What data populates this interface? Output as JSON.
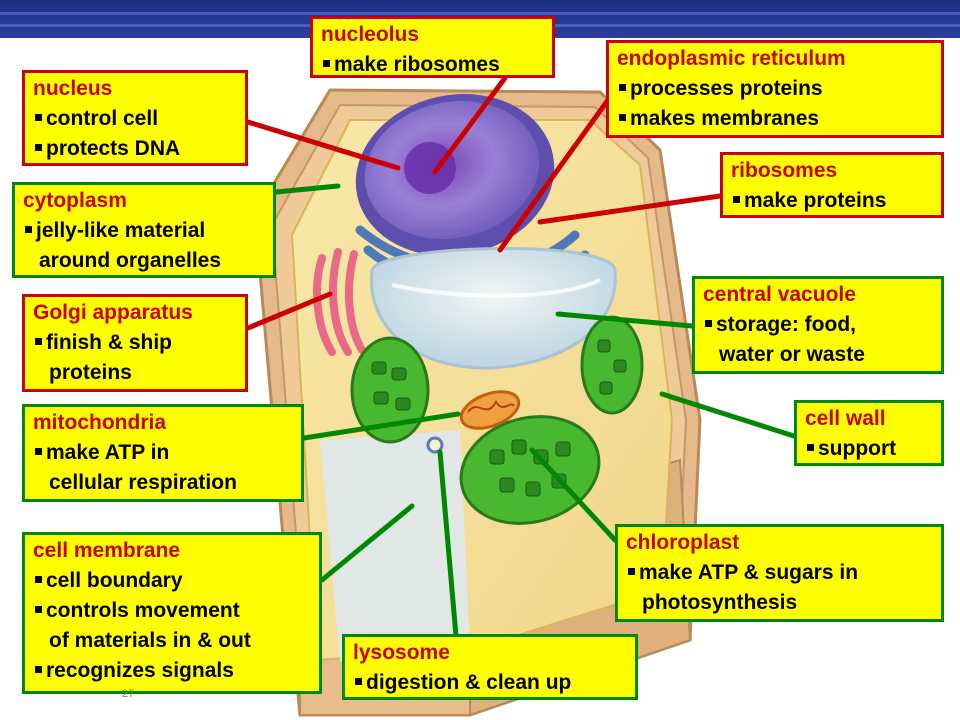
{
  "slide_number": "27",
  "labels": {
    "nucleolus": {
      "title": "nucleolus",
      "lines": [
        "make ribosomes"
      ]
    },
    "nucleus": {
      "title": "nucleus",
      "lines": [
        "control cell",
        "protects DNA"
      ]
    },
    "er": {
      "title": "endoplasmic reticulum",
      "lines": [
        "processes proteins",
        "makes membranes"
      ]
    },
    "ribosomes": {
      "title": "ribosomes",
      "lines": [
        "make proteins"
      ]
    },
    "cytoplasm": {
      "title": "cytoplasm",
      "lines": [
        "jelly-like material",
        "around organelles"
      ]
    },
    "golgi": {
      "title": "Golgi apparatus",
      "lines": [
        "finish & ship",
        "proteins"
      ]
    },
    "vacuole": {
      "title": "central vacuole",
      "lines": [
        "storage: food,",
        "water or waste"
      ]
    },
    "mitochondria": {
      "title": "mitochondria",
      "lines": [
        "make ATP in",
        "cellular respiration"
      ]
    },
    "cellwall": {
      "title": "cell wall",
      "lines": [
        "support"
      ]
    },
    "chloroplast": {
      "title": "chloroplast",
      "lines": [
        "make ATP & sugars in",
        "photosynthesis"
      ]
    },
    "membrane": {
      "title": "cell membrane",
      "lines": [
        "cell boundary",
        "controls movement",
        "of materials in & out",
        "recognizes signals"
      ]
    },
    "lysosome": {
      "title": "lysosome",
      "lines": [
        "digestion & clean up"
      ]
    }
  },
  "colors": {
    "label_fill": "#ffff00",
    "border_red": "#cc0000",
    "border_green": "#008800",
    "title_red": "#cc0000",
    "header_blue": "#1d2f86",
    "cell_wall_tan": "#e6b98a",
    "nucleus_purple": "#8a6fc9",
    "chloroplast_green": "#3aaa2a",
    "vacuole_blue": "#d7e6ee"
  }
}
